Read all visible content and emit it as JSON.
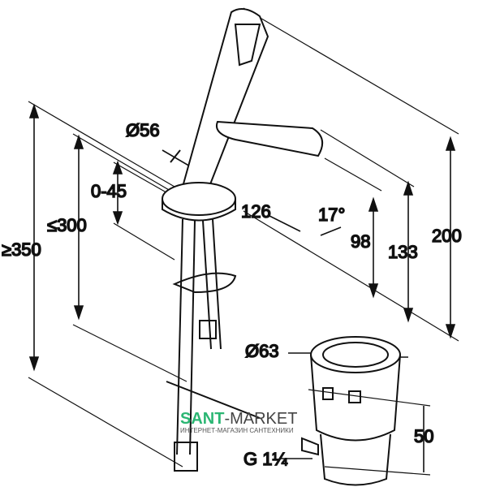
{
  "dimensions": {
    "d56": "Ø56",
    "range045": "0-45",
    "le300": "≤300",
    "ge350": "≥350",
    "d126": "126",
    "angle17": "17°",
    "d98": "98",
    "d133": "133",
    "d200": "200",
    "d63": "Ø63",
    "d50": "50",
    "thread": "G 1¼"
  },
  "watermark": {
    "brand_a": "SANT",
    "brand_b": "-MARKET",
    "tagline": "ИНТЕРНЕТ-МАГАЗИН САНТЕХНИКИ"
  }
}
